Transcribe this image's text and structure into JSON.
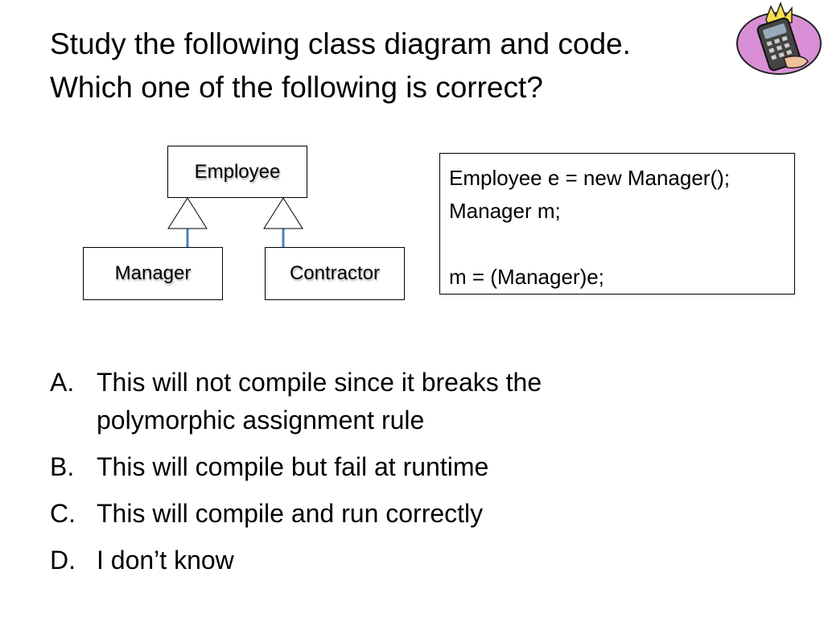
{
  "slide": {
    "title_lines": [
      "Study the following class diagram and code.",
      "Which one of the following is correct?"
    ]
  },
  "diagram": {
    "classes": [
      "Employee",
      "Manager",
      "Contractor"
    ],
    "relations": [
      {
        "from": "Manager",
        "to": "Employee",
        "type": "inheritance"
      },
      {
        "from": "Contractor",
        "to": "Employee",
        "type": "inheritance"
      }
    ],
    "connector_color": "#4f81bd"
  },
  "code": {
    "lines": [
      "Employee e = new Manager();",
      "Manager m;",
      "",
      "m = (Manager)e;"
    ]
  },
  "options": [
    {
      "letter": "A.",
      "text": "This will not compile since it breaks the polymorphic assignment rule"
    },
    {
      "letter": "B.",
      "text": "This will compile but fail at runtime"
    },
    {
      "letter": "C.",
      "text": "This will compile and run correctly"
    },
    {
      "letter": "D.",
      "text": "I don’t know"
    }
  ],
  "icons": {
    "clicker": "clicker-remote-icon"
  }
}
